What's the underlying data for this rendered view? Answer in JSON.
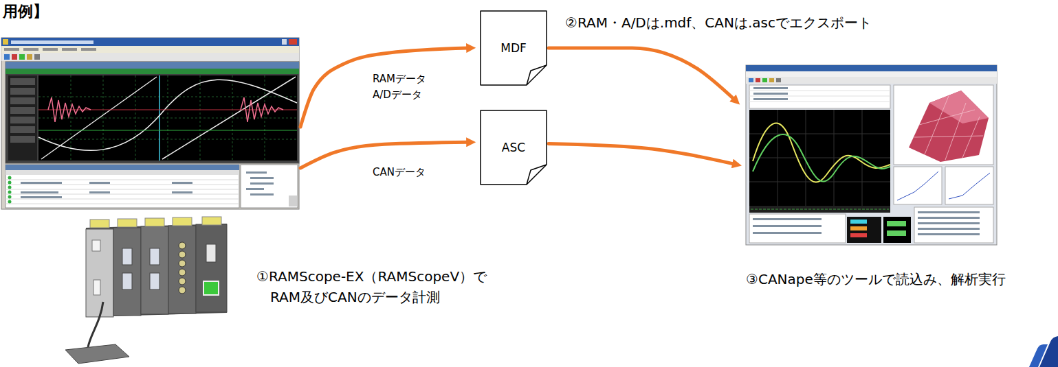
{
  "diagram": {
    "nodes": [
      {
        "text": [
          "①RAMScope-EX（RAMScopeV）で RAM及びCANのデータ計測"
        ]
      },
      {
        "text": [
          "MDF"
        ]
      },
      {
        "text": [
          "ASC"
        ]
      },
      {
        "text": [
          "③CANape等のツールで読込み、解析実行"
        ]
      }
    ],
    "edges": [
      {
        "from": 0,
        "to": 1,
        "arrow": "to",
        "label": "RAMデータ A/Dデータ"
      },
      {
        "from": 0,
        "to": 2,
        "arrow": "to",
        "label": "CANデータ"
      },
      {
        "from": 1,
        "to": 3,
        "arrow": "to"
      },
      {
        "from": 2,
        "to": 3,
        "arrow": "to"
      }
    ],
    "labels": [
      "用例】",
      "②RAM・A/Dは.mdf、CANは.ascでエクスポート"
    ]
  }
}
